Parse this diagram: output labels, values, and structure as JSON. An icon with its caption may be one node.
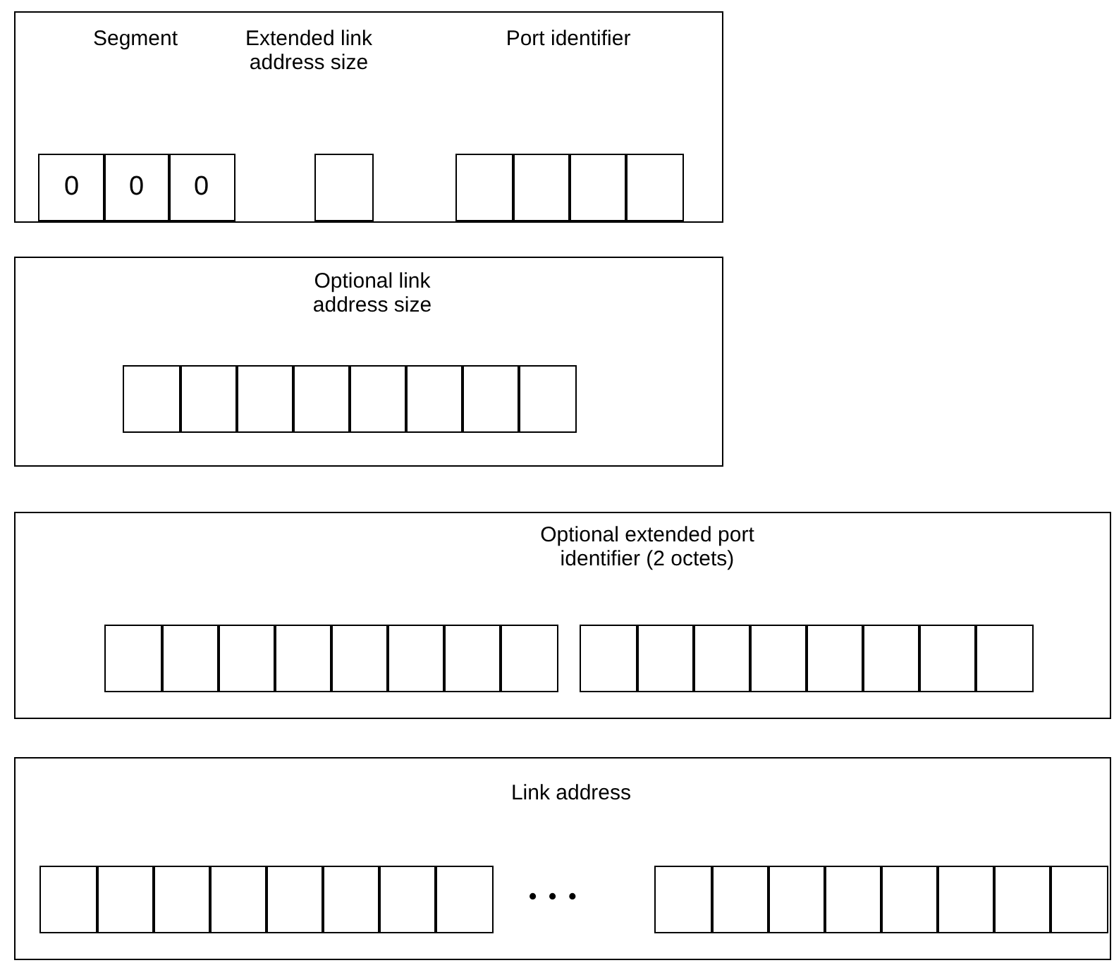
{
  "diagram": {
    "nodes": [
      {
        "text": [
          "Segment",
          "Extended link address size",
          "Port identifier"
        ]
      },
      {
        "text": [
          "0"
        ],
        "in": 0
      },
      {
        "text": [
          "0"
        ],
        "in": 0
      },
      {
        "text": [
          "0"
        ],
        "in": 0
      },
      {
        "text": [],
        "shape": "box",
        "in": 0
      },
      {
        "text": [],
        "shape": "box",
        "in": 0
      },
      {
        "text": [],
        "shape": "box",
        "in": 0
      },
      {
        "text": [],
        "shape": "box",
        "in": 0
      },
      {
        "text": [],
        "shape": "box",
        "in": 0
      },
      {
        "text": [
          "Optional  link address size"
        ]
      },
      {
        "text": [],
        "shape": "box",
        "in": 9
      },
      {
        "text": [],
        "shape": "box",
        "in": 9
      },
      {
        "text": [],
        "shape": "box",
        "in": 9
      },
      {
        "text": [],
        "shape": "box",
        "in": 9
      },
      {
        "text": [],
        "shape": "box",
        "in": 9
      },
      {
        "text": [],
        "shape": "box",
        "in": 9
      },
      {
        "text": [],
        "shape": "box",
        "in": 9
      },
      {
        "text": [],
        "shape": "box",
        "in": 9
      },
      {
        "text": [
          "Optional extended port identifier (2 octets)"
        ]
      },
      {
        "text": [],
        "shape": "box",
        "in": 18
      },
      {
        "text": [],
        "shape": "box",
        "in": 18
      },
      {
        "text": [],
        "shape": "box",
        "in": 18
      },
      {
        "text": [],
        "shape": "box",
        "in": 18
      },
      {
        "text": [],
        "shape": "box",
        "in": 18
      },
      {
        "text": [],
        "shape": "box",
        "in": 18
      },
      {
        "text": [],
        "shape": "box",
        "in": 18
      },
      {
        "text": [],
        "shape": "box",
        "in": 18
      },
      {
        "text": [],
        "shape": "box",
        "in": 18
      },
      {
        "text": [],
        "shape": "box",
        "in": 18
      },
      {
        "text": [],
        "shape": "box",
        "in": 18
      },
      {
        "text": [],
        "shape": "box",
        "in": 18
      },
      {
        "text": [],
        "shape": "box",
        "in": 18
      },
      {
        "text": [],
        "shape": "box",
        "in": 18
      },
      {
        "text": [],
        "shape": "box",
        "in": 18
      },
      {
        "text": [],
        "shape": "box",
        "in": 18
      },
      {
        "text": [
          "Link address"
        ]
      },
      {
        "text": [],
        "shape": "box",
        "in": 35
      },
      {
        "text": [],
        "shape": "box",
        "in": 35
      },
      {
        "text": [],
        "shape": "box",
        "in": 35
      },
      {
        "text": [],
        "shape": "box",
        "in": 35
      },
      {
        "text": [],
        "shape": "box",
        "in": 35
      },
      {
        "text": [],
        "shape": "box",
        "in": 35
      },
      {
        "text": [],
        "shape": "box",
        "in": 35
      },
      {
        "text": [],
        "shape": "box",
        "in": 35
      },
      {
        "text": [],
        "shape": "box",
        "in": 35
      },
      {
        "text": [],
        "shape": "box",
        "in": 35
      },
      {
        "text": [],
        "shape": "box",
        "in": 35
      },
      {
        "text": [],
        "shape": "box",
        "in": 35
      },
      {
        "text": [],
        "shape": "box",
        "in": 35
      },
      {
        "text": [],
        "shape": "box",
        "in": 35
      },
      {
        "text": [],
        "shape": "box",
        "in": 35
      },
      {
        "text": [],
        "shape": "box",
        "in": 35
      }
    ],
    "edges": [],
    "labels": [
      "• • •"
    ]
  }
}
